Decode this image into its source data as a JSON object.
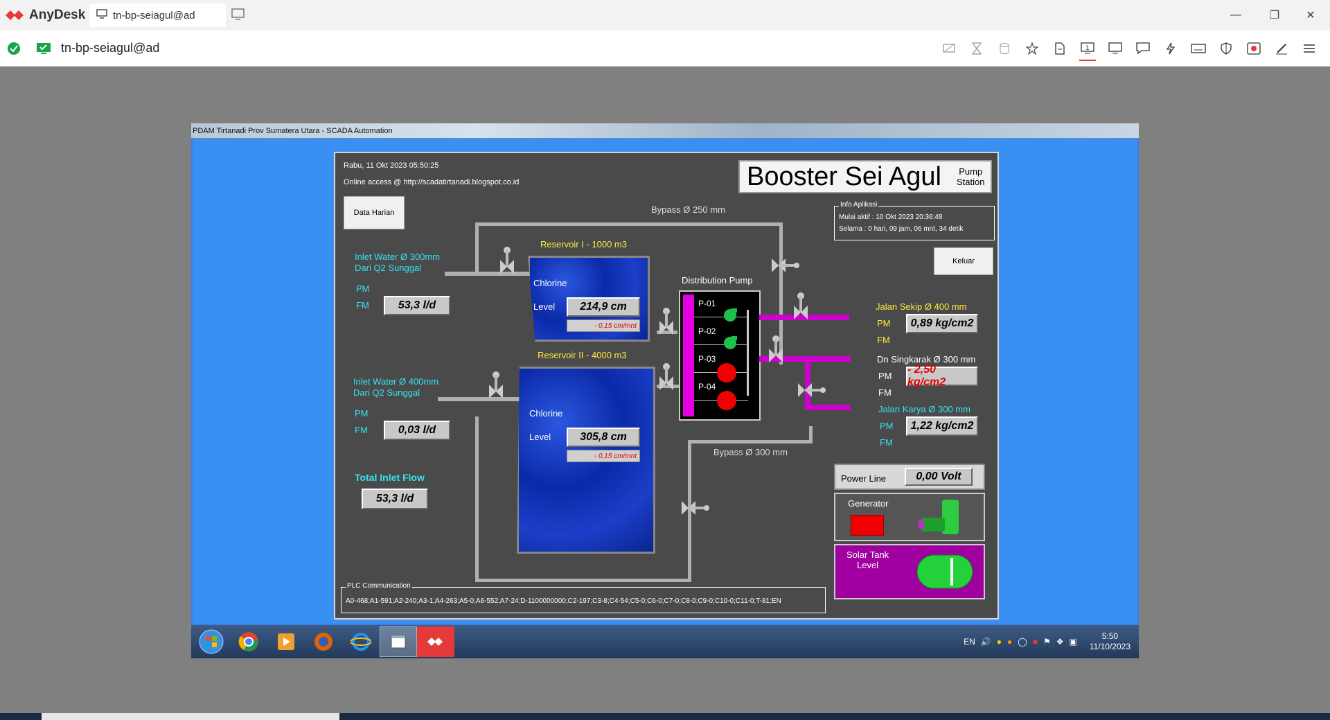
{
  "anydesk": {
    "brand": "AnyDesk",
    "tab_label": "tn-bp-seiagul@ad",
    "address": "tn-bp-seiagul@ad",
    "accent": "#e53a3a"
  },
  "remote": {
    "window_title": "PDAM Tirtanadi Prov Sumatera Utara - SCADA Automation",
    "scada": {
      "datetime": "Rabu, 11 Okt 2023 05:50:25",
      "online_access": "Online access @ http://scadatirtanadi.blogspot.co.id",
      "data_harian_button": "Data Harian",
      "title": "Booster Sei Agul",
      "subtitle_line1": "Pump",
      "subtitle_line2": "Station",
      "info": {
        "legend": "Info Aplikasi",
        "mulai": "Mulai aktif :  10 Okt 2023 20:36:48",
        "selama": "Selama : 0 hari, 09 jam, 06 mnt, 34 detik"
      },
      "keluar_button": "Keluar",
      "bypass_250": "Bypass Ø 250 mm",
      "bypass_300": "Bypass Ø 300 mm",
      "inlet1": {
        "line1": "Inlet Water Ø 300mm",
        "line2": "Dari Q2 Sunggal",
        "pm": "PM",
        "fm": "FM",
        "value": "53,3 l/d"
      },
      "inlet2": {
        "line1": "Inlet Water Ø 400mm",
        "line2": "Dari Q2 Sunggal",
        "pm": "PM",
        "fm": "FM",
        "value": "0,03 l/d"
      },
      "total_inlet_label": "Total Inlet Flow",
      "total_inlet_value": "53,3 l/d",
      "reservoir1": {
        "label": "Reservoir I - 1000 m3",
        "chlorine": "Chlorine",
        "level_label": "Level",
        "level": "214,9 cm",
        "rate": "- 0,15 cm/mnt"
      },
      "reservoir2": {
        "label": "Reservoir II - 4000 m3",
        "chlorine": "Chlorine",
        "level_label": "Level",
        "level": "305,8 cm",
        "rate": "- 0,15 cm/mnt"
      },
      "distribution_label": "Distribution Pump",
      "pumps": [
        "P-01",
        "P-02",
        "P-03",
        "P-04"
      ],
      "out1": {
        "label": "Jalan Sekip Ø 400 mm",
        "pm": "PM",
        "fm": "FM",
        "value": "0,89 kg/cm2"
      },
      "out2": {
        "label": "Dn Singkarak Ø 300 mm",
        "pm": "PM",
        "fm": "FM",
        "value": "- 2,50 kg/cm2"
      },
      "out3": {
        "label": "Jalan Karya Ø 300 mm",
        "pm": "PM",
        "fm": "FM",
        "value": "1,22 kg/cm2"
      },
      "power_line_label": "Power Line",
      "power_line_value": "0,00 Volt",
      "generator_label": "Generator",
      "solar_line1": "Solar Tank",
      "solar_line2": "Level",
      "plc_legend": "PLC Communication",
      "plc_text": "A0-468;A1-591;A2-240;A3-1;A4-263;A5-0;A6-552;A7-24;D-1100000000;C2-197;C3-8;C4-54;C5-0;C6-0;C7-0;C8-0;C9-0;C10-0;C11-0;T-81;EN"
    },
    "taskbar": {
      "lang": "EN",
      "time": "5:50",
      "date": "11/10/2023"
    }
  }
}
